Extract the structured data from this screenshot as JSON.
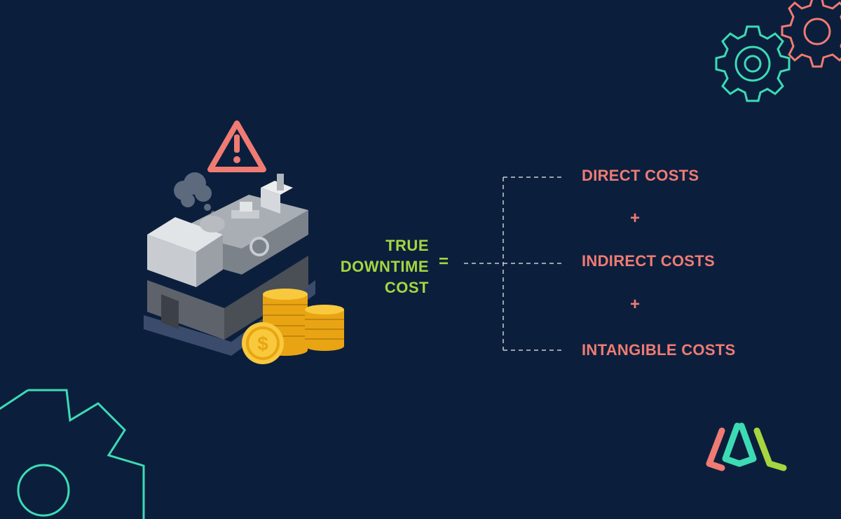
{
  "equation": {
    "lhs_lines": [
      "TRUE",
      "DOWNTIME",
      "COST"
    ],
    "equals": "=",
    "terms": [
      "DIRECT COSTS",
      "INDIRECT COSTS",
      "INTANGIBLE COSTS"
    ],
    "operators": [
      "+",
      "+"
    ]
  },
  "colors": {
    "background": "#0b1f3d",
    "lhs_text": "#a6d63f",
    "terms_text": "#f07b72",
    "teal_gear": "#3ddbb4",
    "coral_gear": "#f07b72",
    "warning": "#f07b72",
    "coin": "#f5b51e",
    "logo_coral": "#f07b72",
    "logo_teal": "#3ddbb4",
    "logo_green": "#a6d63f"
  },
  "icons": {
    "warning": "warning-icon",
    "machine": "lathe-machine-icon",
    "coins": "coin-stack-icon",
    "dollar": "dollar-coin-icon",
    "smoke": "smoke-cloud-icon",
    "gears": [
      "gear-icon-teal",
      "gear-icon-coral",
      "gear-icon-large"
    ],
    "logo": "brand-logo-icon"
  }
}
